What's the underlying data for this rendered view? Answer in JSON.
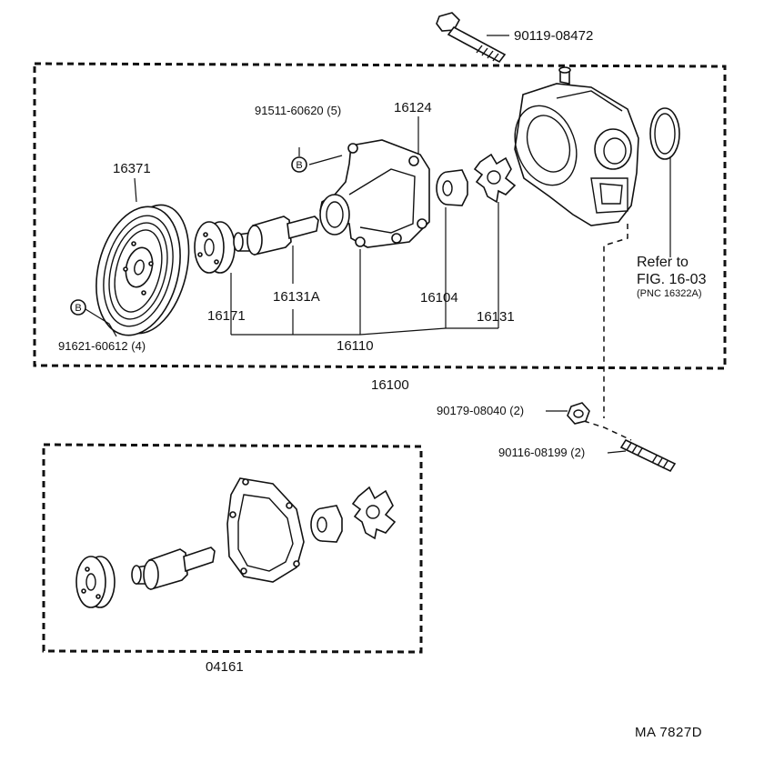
{
  "labels": {
    "bolt_top": "90119-08472",
    "bolt_b_housing": "91511-60620 (5)",
    "housing": "16124",
    "pulley": "16371",
    "pulley_bolt": "91621-60612 (4)",
    "flange": "16171",
    "shaft_bearing": "16131A",
    "seal": "16104",
    "rotor": "16131",
    "pump_assy": "16110",
    "water_pump": "16100",
    "nut": "90179-08040 (2)",
    "stud": "90116-08199 (2)",
    "gasket_kit": "04161",
    "refer_line1": "Refer to",
    "refer_line2": "FIG. 16-03",
    "refer_line3": "(PNC 16322A)",
    "callout_b1": "B",
    "callout_b2": "B",
    "drawing_code": "MA  7827D"
  },
  "icons": {
    "callout": "circled-letter-icon",
    "parts": [
      "bolt-icon",
      "pump-housing-icon",
      "pulley-icon",
      "flange-icon",
      "bearing-shaft-icon",
      "seal-icon",
      "impeller-icon",
      "inlet-housing-icon",
      "o-ring-icon",
      "nut-icon",
      "stud-icon",
      "gasket-icon"
    ]
  }
}
